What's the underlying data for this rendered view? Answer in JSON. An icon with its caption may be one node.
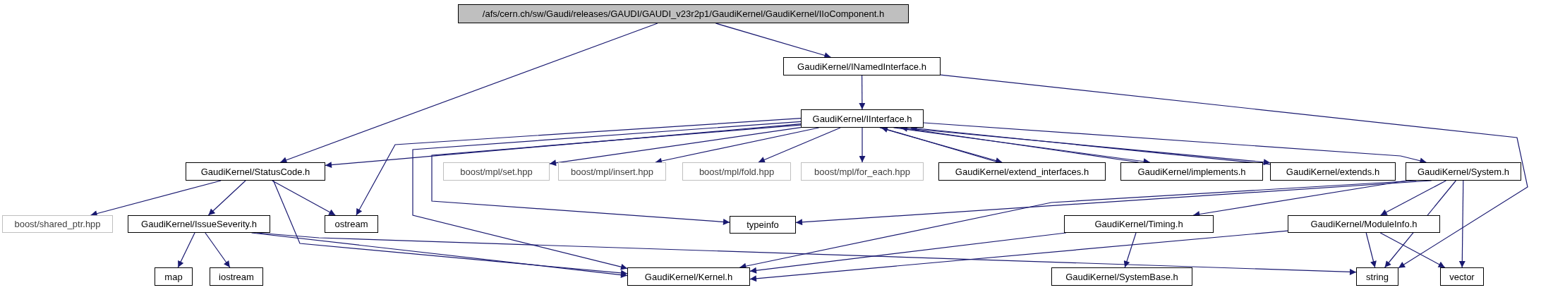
{
  "diagram": {
    "nodes": [
      {
        "text": [
          "/afs/cern.ch/sw/Gaudi/releases/GAUDI/GAUDI_v23r2p1/GaudiKernel/GaudiKernel/IIoComponent.h"
        ]
      },
      {
        "text": [
          "GaudiKernel/INamedInterface.h"
        ]
      },
      {
        "text": [
          "GaudiKernel/IInterface.h"
        ]
      },
      {
        "text": [
          "GaudiKernel/StatusCode.h"
        ]
      },
      {
        "text": [
          "boost/mpl/set.hpp"
        ]
      },
      {
        "text": [
          "boost/mpl/insert.hpp"
        ]
      },
      {
        "text": [
          "boost/mpl/fold.hpp"
        ]
      },
      {
        "text": [
          "boost/mpl/for_each.hpp"
        ]
      },
      {
        "text": [
          "GaudiKernel/extend_interfaces.h"
        ]
      },
      {
        "text": [
          "GaudiKernel/implements.h"
        ]
      },
      {
        "text": [
          "GaudiKernel/extends.h"
        ]
      },
      {
        "text": [
          "GaudiKernel/System.h"
        ]
      },
      {
        "text": [
          "boost/shared_ptr.hpp"
        ]
      },
      {
        "text": [
          "GaudiKernel/IssueSeverity.h"
        ]
      },
      {
        "text": [
          "ostream"
        ]
      },
      {
        "text": [
          "typeinfo"
        ]
      },
      {
        "text": [
          "GaudiKernel/Timing.h"
        ]
      },
      {
        "text": [
          "GaudiKernel/ModuleInfo.h"
        ]
      },
      {
        "text": [
          "map"
        ]
      },
      {
        "text": [
          "iostream"
        ]
      },
      {
        "text": [
          "GaudiKernel/Kernel.h"
        ]
      },
      {
        "text": [
          "GaudiKernel/SystemBase.h"
        ]
      },
      {
        "text": [
          "string"
        ]
      },
      {
        "text": [
          "vector"
        ]
      }
    ],
    "edges": [
      {
        "from": 0,
        "to": 3,
        "arrow": "to"
      },
      {
        "from": 0,
        "to": 1,
        "arrow": "to"
      },
      {
        "from": 1,
        "to": 2,
        "arrow": "to"
      },
      {
        "from": 1,
        "to": 22,
        "arrow": "to"
      },
      {
        "from": 2,
        "to": 3,
        "arrow": "to"
      },
      {
        "from": 2,
        "to": 14,
        "arrow": "to"
      },
      {
        "from": 2,
        "to": 20,
        "arrow": "to"
      },
      {
        "from": 2,
        "to": 15,
        "arrow": "to"
      },
      {
        "from": 2,
        "to": 4,
        "arrow": "to"
      },
      {
        "from": 2,
        "to": 5,
        "arrow": "to"
      },
      {
        "from": 2,
        "to": 6,
        "arrow": "to"
      },
      {
        "from": 2,
        "to": 7,
        "arrow": "to"
      },
      {
        "from": 2,
        "to": 8,
        "arrow": "to"
      },
      {
        "from": 8,
        "to": 2,
        "arrow": "to"
      },
      {
        "from": 2,
        "to": 9,
        "arrow": "to"
      },
      {
        "from": 9,
        "to": 2,
        "arrow": "to"
      },
      {
        "from": 2,
        "to": 10,
        "arrow": "to"
      },
      {
        "from": 10,
        "to": 2,
        "arrow": "to"
      },
      {
        "from": 2,
        "to": 11,
        "arrow": "to"
      },
      {
        "from": 3,
        "to": 12,
        "arrow": "to"
      },
      {
        "from": 3,
        "to": 13,
        "arrow": "to"
      },
      {
        "from": 3,
        "to": 20,
        "arrow": "to"
      },
      {
        "from": 3,
        "to": 14,
        "arrow": "to"
      },
      {
        "from": 13,
        "to": 18,
        "arrow": "to"
      },
      {
        "from": 13,
        "to": 19,
        "arrow": "to"
      },
      {
        "from": 13,
        "to": 20,
        "arrow": "to"
      },
      {
        "from": 13,
        "to": 22,
        "arrow": "to"
      },
      {
        "from": 11,
        "to": 15,
        "arrow": "to"
      },
      {
        "from": 11,
        "to": 20,
        "arrow": "to"
      },
      {
        "from": 11,
        "to": 16,
        "arrow": "to"
      },
      {
        "from": 11,
        "to": 17,
        "arrow": "to"
      },
      {
        "from": 11,
        "to": 22,
        "arrow": "to"
      },
      {
        "from": 11,
        "to": 23,
        "arrow": "to"
      },
      {
        "from": 16,
        "to": 20,
        "arrow": "to"
      },
      {
        "from": 16,
        "to": 21,
        "arrow": "to"
      },
      {
        "from": 17,
        "to": 20,
        "arrow": "to"
      },
      {
        "from": 17,
        "to": 22,
        "arrow": "to"
      },
      {
        "from": 17,
        "to": 23,
        "arrow": "to"
      }
    ]
  }
}
